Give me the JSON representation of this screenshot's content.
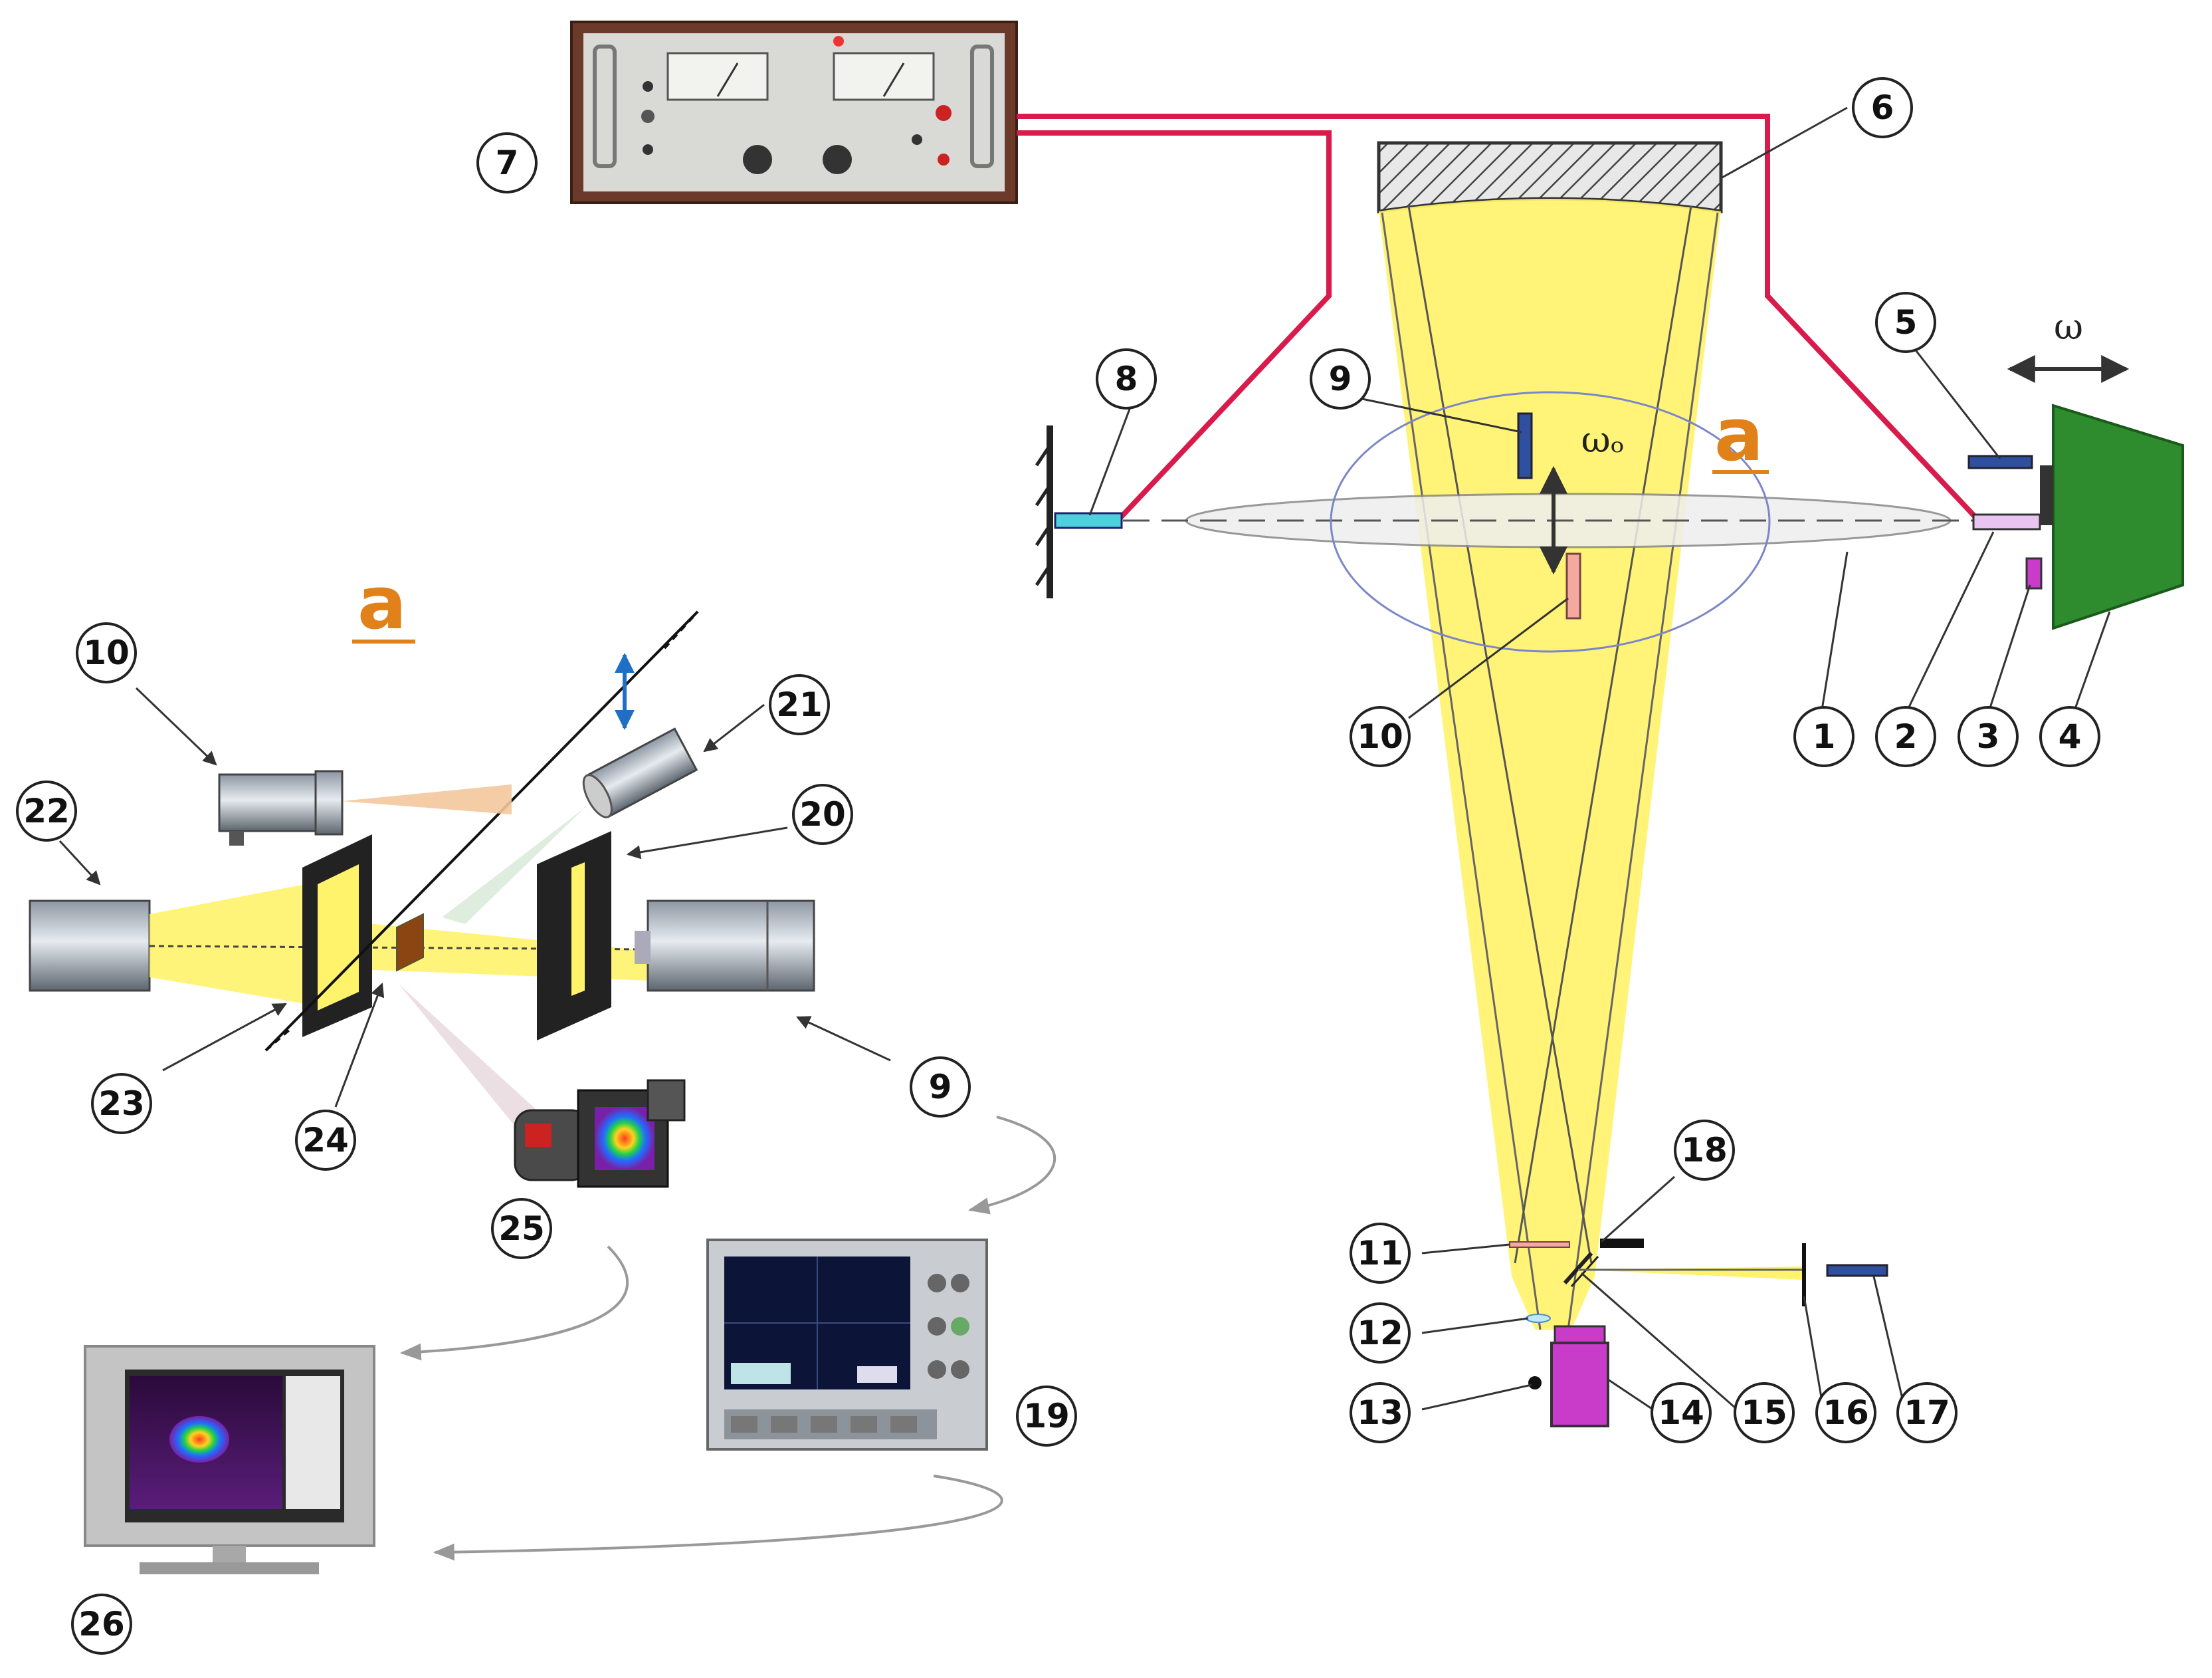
{
  "diagram": {
    "labels": {
      "l1": "1",
      "l2": "2",
      "l3": "3",
      "l4": "4",
      "l5": "5",
      "l6": "6",
      "l7": "7",
      "l8": "8",
      "l9": "9",
      "l10": "10",
      "l11": "11",
      "l12": "12",
      "l13": "13",
      "l14": "14",
      "l15": "15",
      "l16": "16",
      "l17": "17",
      "l18": "18",
      "l19": "19",
      "l20": "20",
      "l21": "21",
      "l22": "22",
      "l23": "23",
      "l24": "24",
      "l25": "25",
      "l26": "26",
      "l9b": "9",
      "l10b": "10"
    },
    "symbols": {
      "omega": "ω",
      "omega_zero": "ωₒ",
      "section_a_right": "a",
      "section_a_left": "a"
    },
    "colors": {
      "cable": "#d81b4a",
      "beam": "#fff36b",
      "shaker": "#2e8b2e",
      "sensor_dark": "#2f4f9f",
      "sensor_pink": "#f4a8a0",
      "magenta": "#c93bc9",
      "accent_a": "#e0811a",
      "arrow_blue": "#1f6fc4"
    }
  }
}
